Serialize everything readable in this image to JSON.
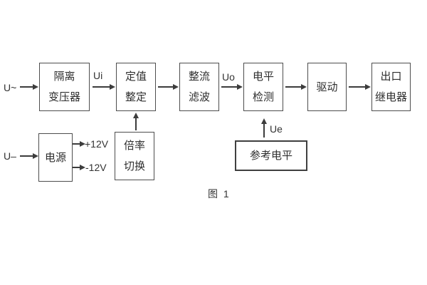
{
  "figure": {
    "caption": "图 1",
    "background_color": "#ffffff",
    "line_color": "#3c3c3c",
    "border_color": "#4d4d4d",
    "text_color": "#2e2e2e"
  },
  "blocks": [
    {
      "id": "isolation-transformer",
      "lines": [
        "隔离",
        "变压器"
      ]
    },
    {
      "id": "setting-adjust",
      "lines": [
        "定值",
        "整定"
      ]
    },
    {
      "id": "rectifier-filter",
      "lines": [
        "整流",
        "滤波"
      ]
    },
    {
      "id": "level-detect",
      "lines": [
        "电平",
        "检测"
      ]
    },
    {
      "id": "driver",
      "lines": [
        "驱动"
      ]
    },
    {
      "id": "output-relay",
      "lines": [
        "出口",
        "继电器"
      ]
    },
    {
      "id": "power-supply",
      "lines": [
        "电源"
      ]
    },
    {
      "id": "ratio-switch",
      "lines": [
        "倍率",
        "切换"
      ]
    },
    {
      "id": "reference-level",
      "lines": [
        "参考电平"
      ]
    }
  ],
  "signals": {
    "input_ac": "U~",
    "input_dc": "U–",
    "ui": "Ui",
    "uo": "Uo",
    "ue": "Ue",
    "plus12": "+12V",
    "minus12": "-12V"
  }
}
